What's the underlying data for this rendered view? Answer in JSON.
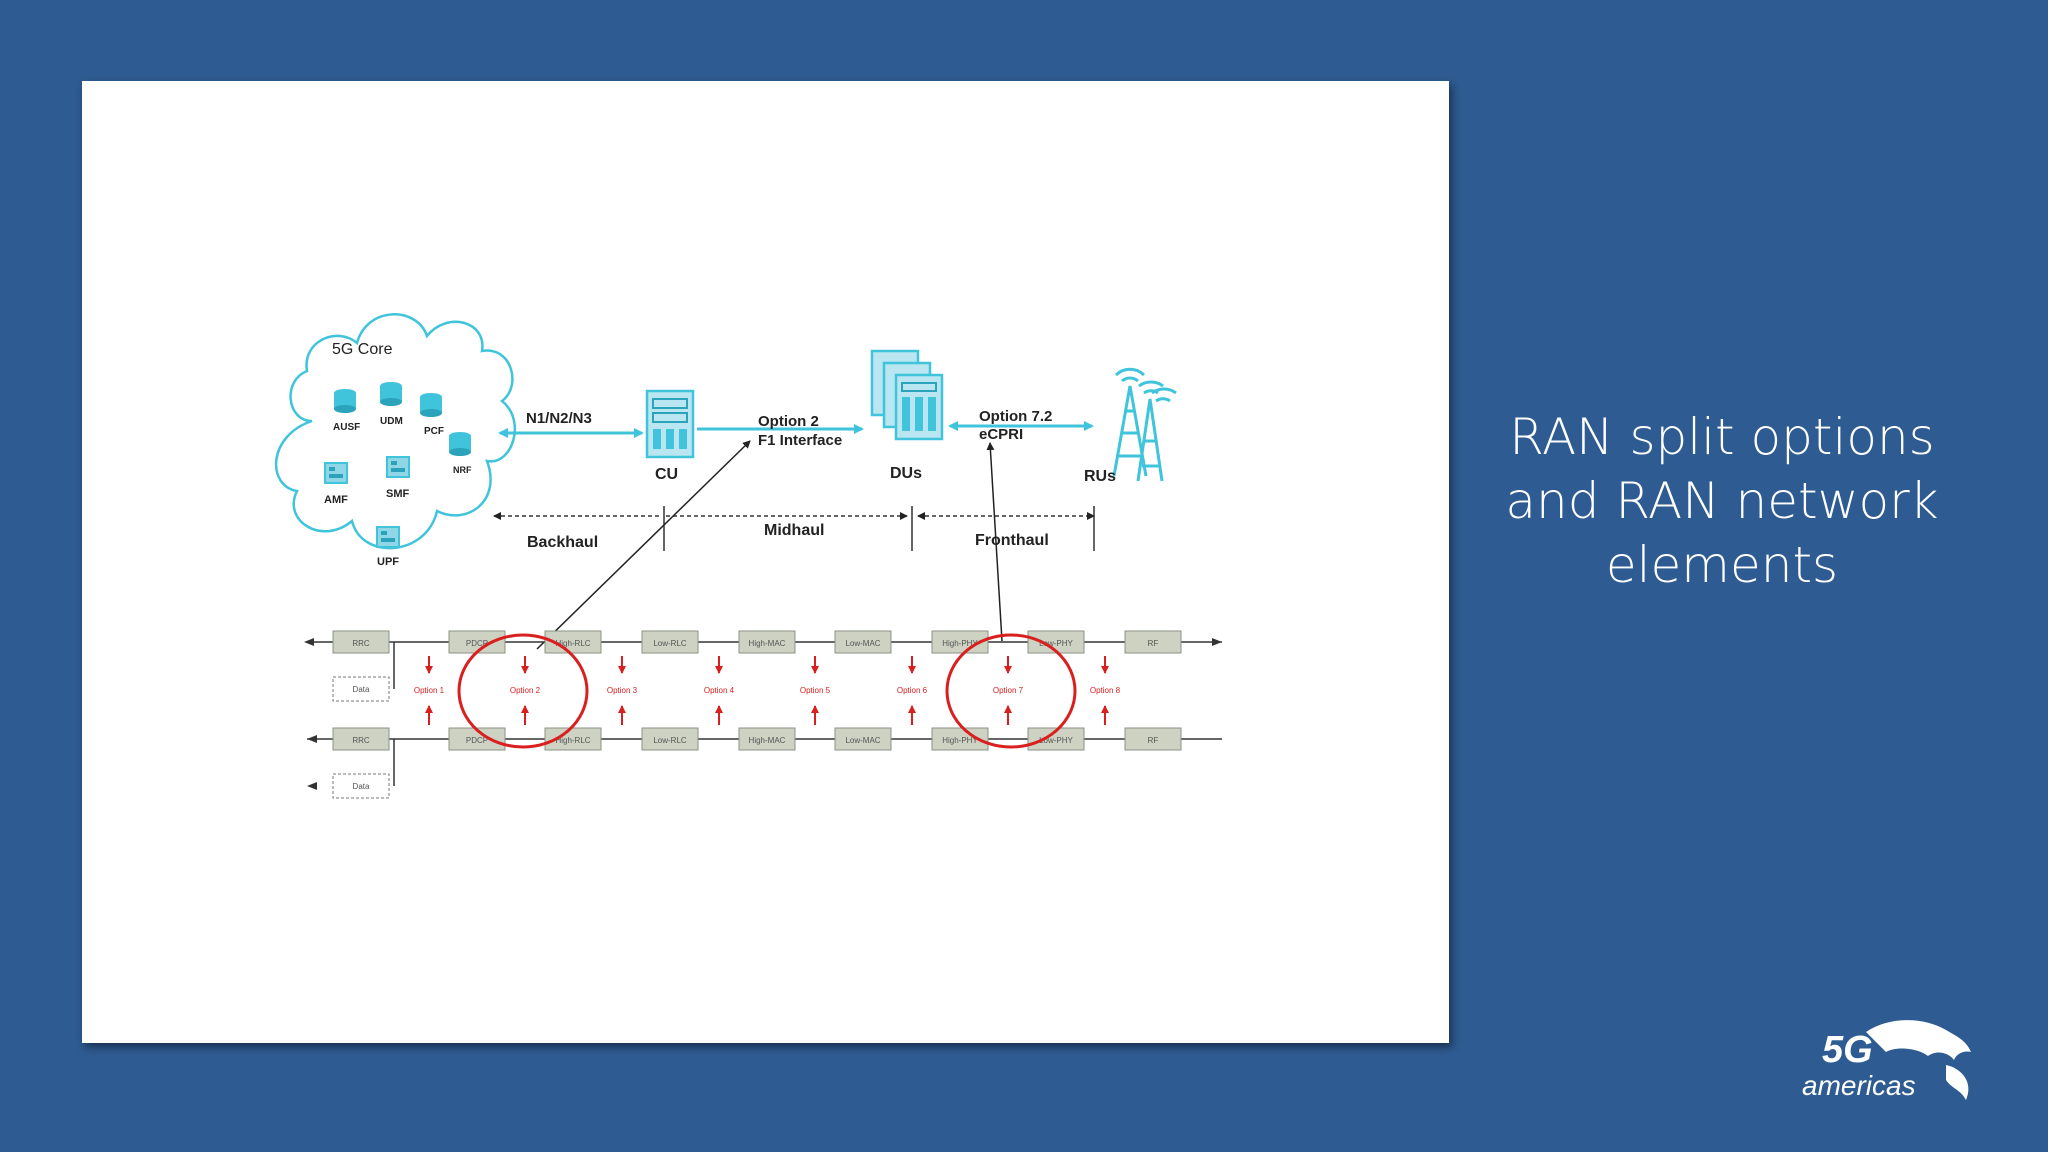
{
  "slide": {
    "title_lines": [
      "RAN split options",
      "and RAN network",
      "elements"
    ],
    "logo_text": "5G americas"
  },
  "diagram": {
    "core_label": "5G Core",
    "core_functions": [
      "AUSF",
      "UDM",
      "PCF",
      "NRF",
      "AMF",
      "SMF",
      "UPF"
    ],
    "interface_core_cu": "N1/N2/N3",
    "option2_label": "Option 2",
    "f1_label": "F1 Interface",
    "option72_label": "Option 7.2",
    "ecpri_label": "eCPRI",
    "nodes": {
      "cu": "CU",
      "du": "DUs",
      "ru": "RUs"
    },
    "haul": {
      "backhaul": "Backhaul",
      "midhaul": "Midhaul",
      "fronthaul": "Fronthaul"
    },
    "top_chain": [
      "RRC",
      "PDCP",
      "High-RLC",
      "Low-RLC",
      "High-MAC",
      "Low-MAC",
      "High-PHY",
      "Low-PHY",
      "RF"
    ],
    "bottom_chain": [
      "RRC",
      "PDCP",
      "High-RLC",
      "Low-RLC",
      "High-MAC",
      "Low-MAC",
      "High-PHY",
      "Low-PHY",
      "RF"
    ],
    "data_label": "Data",
    "split_options": [
      "Option 1",
      "Option 2",
      "Option 3",
      "Option 4",
      "Option 5",
      "Option 6",
      "Option 7",
      "Option 8"
    ],
    "colors": {
      "cyan": "#3fc4dc",
      "red": "#d9201f",
      "box": "#cdd2c3"
    }
  }
}
